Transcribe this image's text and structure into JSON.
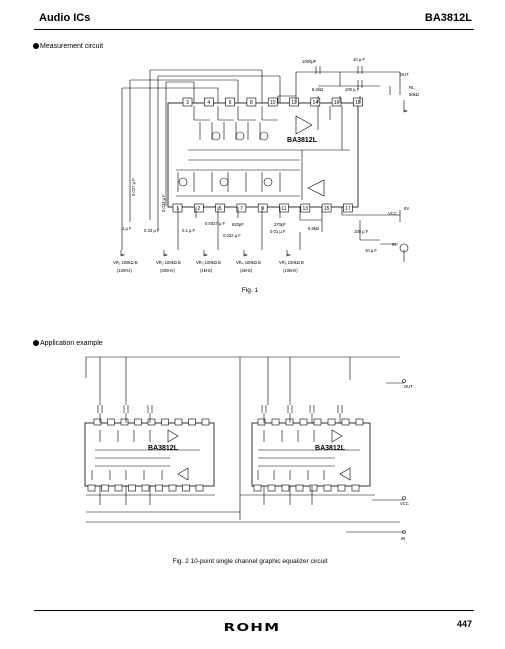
{
  "header": {
    "left_title": "Audio ICs",
    "right_title": "BA3812L"
  },
  "sections": {
    "measurement": {
      "heading": "Measurement circuit"
    },
    "application": {
      "heading": "Application example"
    }
  },
  "fig1": {
    "caption": "Fig. 1",
    "chip_label": "BA3812L",
    "top_pins": [
      "3",
      "4",
      "6",
      "8",
      "10",
      "12",
      "14",
      "16",
      "18"
    ],
    "bottom_pins": [
      "1",
      "2",
      "5",
      "7",
      "9",
      "11",
      "13",
      "15",
      "17"
    ],
    "component_labels": {
      "c_1000pf": "1000pF",
      "c_10uf_top": "10 µ F",
      "r_8_2k": "8.2kΩ",
      "c_100uf_top": "100 µ F",
      "out": "OUT",
      "rl": "RL",
      "rl_val": "50kΩ",
      "c_0027": "0.027 µ F",
      "c_0033": "0.033 µ F",
      "c_1uf": "1 µ F",
      "c_033uf": "0.33 µ F",
      "c_00027": "0.0027 µ F",
      "c_01uf": "0.1 µ F",
      "c_820pf": "820pF",
      "c_0022": "0.022 µ F",
      "c_270pf": "270pF",
      "c_001": "0.01 µ F",
      "r_6_8k": "6.8kΩ",
      "c_100uf_b": "100 µ F",
      "c_10uf_b": "10 µ F",
      "vcc": "VCC",
      "v8": "8V",
      "in": "IN"
    },
    "vr_labels": [
      {
        "name": "VR₁ 100kΩ B",
        "freq": "(100Hz)"
      },
      {
        "name": "VR₂ 100kΩ B",
        "freq": "(300Hz)"
      },
      {
        "name": "VR₃ 100kΩ B",
        "freq": "(1kHz)"
      },
      {
        "name": "VR₄ 100kΩ B",
        "freq": "(3kHz)"
      },
      {
        "name": "VR₅ 100kΩ B",
        "freq": "(10kHz)"
      }
    ]
  },
  "fig2": {
    "caption": "Fig. 2 10-point single channel graphic equalizer circuit",
    "chip_label_left": "BA3812L",
    "chip_label_right": "BA3812L",
    "out": "OUT",
    "in": "IN",
    "vcc": "VCC"
  },
  "footer": {
    "logo": "ROHM",
    "page_number": "447"
  }
}
